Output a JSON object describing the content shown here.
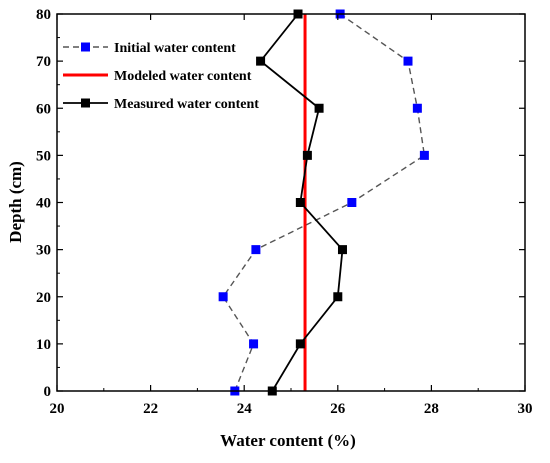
{
  "chart_data": {
    "type": "line",
    "xlabel": "Water content (%)",
    "ylabel": "Depth (cm)",
    "xlim": [
      20,
      30
    ],
    "ylim": [
      0,
      80
    ],
    "x_ticks": [
      20,
      22,
      24,
      26,
      28,
      30
    ],
    "y_ticks": [
      0,
      10,
      20,
      30,
      40,
      50,
      60,
      70,
      80
    ],
    "grid": false,
    "legend_position": "top-left",
    "series": [
      {
        "name": "Initial water content",
        "style": "dashed-square",
        "color": "#0000ff",
        "line_color": "#555555",
        "points": [
          {
            "x": 23.8,
            "y": 0
          },
          {
            "x": 24.2,
            "y": 10
          },
          {
            "x": 23.55,
            "y": 20
          },
          {
            "x": 24.25,
            "y": 30
          },
          {
            "x": 26.3,
            "y": 40
          },
          {
            "x": 27.85,
            "y": 50
          },
          {
            "x": 27.7,
            "y": 60
          },
          {
            "x": 27.5,
            "y": 70
          },
          {
            "x": 26.05,
            "y": 80
          }
        ]
      },
      {
        "name": "Modeled water content",
        "style": "vertical-line",
        "color": "#ff0000",
        "x_value": 25.3
      },
      {
        "name": "Measured water content",
        "style": "solid-square",
        "color": "#000000",
        "points": [
          {
            "x": 24.6,
            "y": 0
          },
          {
            "x": 25.2,
            "y": 10
          },
          {
            "x": 26.0,
            "y": 20
          },
          {
            "x": 26.1,
            "y": 30
          },
          {
            "x": 25.2,
            "y": 40
          },
          {
            "x": 25.35,
            "y": 50
          },
          {
            "x": 25.6,
            "y": 60
          },
          {
            "x": 24.35,
            "y": 70
          },
          {
            "x": 25.15,
            "y": 80
          }
        ]
      }
    ]
  }
}
